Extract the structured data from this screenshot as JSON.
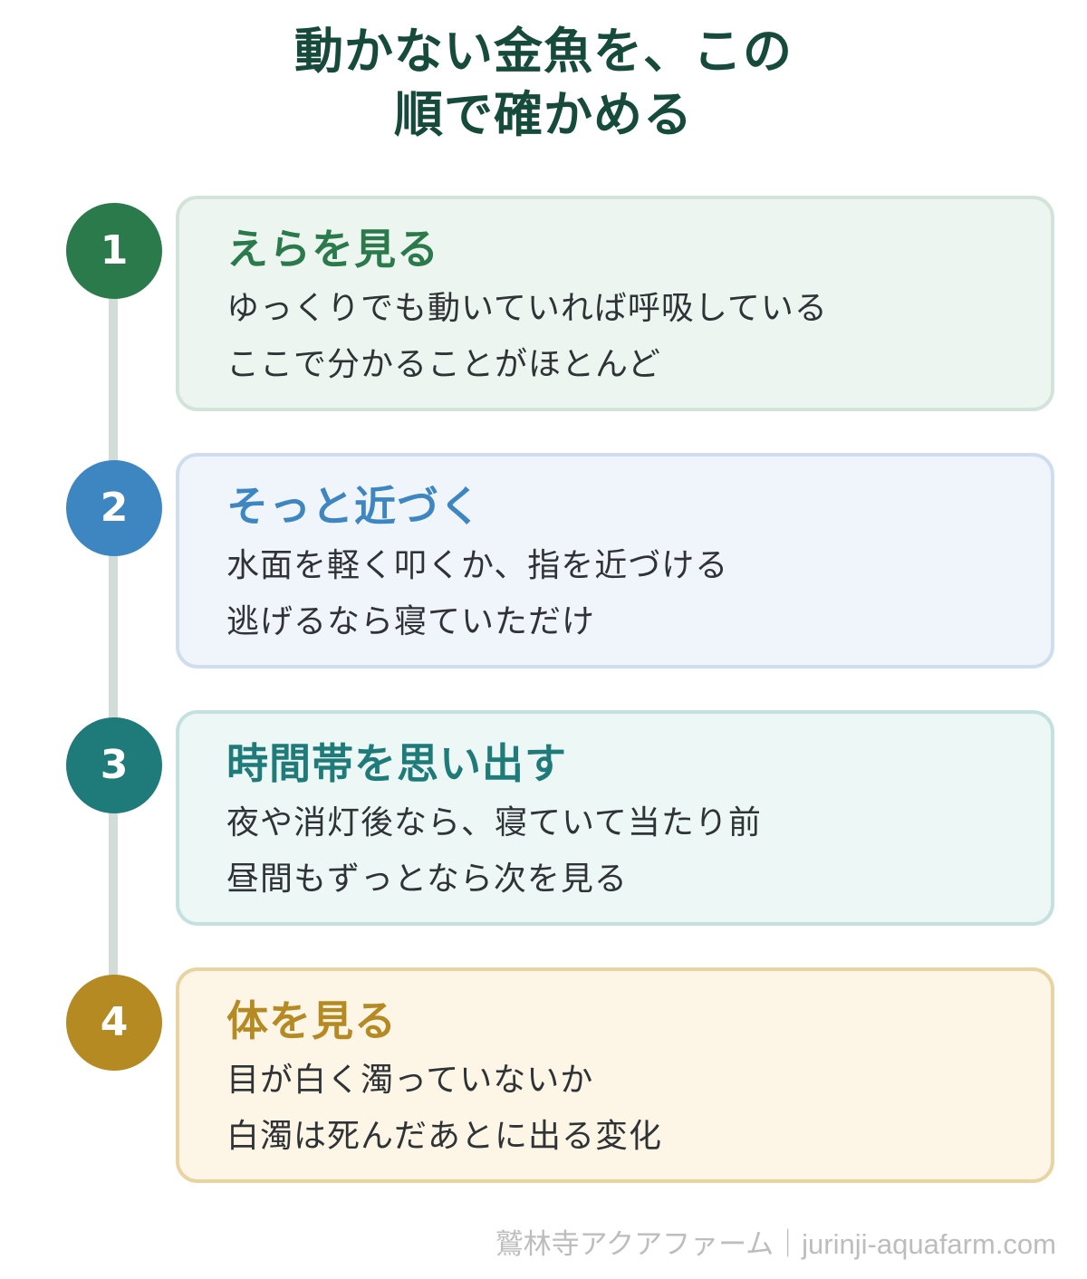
{
  "title": {
    "line1": "動かない金魚を、この",
    "line2": "順で確かめる"
  },
  "steps": [
    {
      "number": "1",
      "heading": "えらを見る",
      "lines": [
        "ゆっくりでも動いていれば呼吸している",
        "ここで分かることがほとんど"
      ],
      "color": "#2b7a4b"
    },
    {
      "number": "2",
      "heading": "そっと近づく",
      "lines": [
        "水面を軽く叩くか、指を近づける",
        "逃げるなら寝ていただけ"
      ],
      "color": "#3e86c2"
    },
    {
      "number": "3",
      "heading": "時間帯を思い出す",
      "lines": [
        "夜や消灯後なら、寝ていて当たり前",
        "昼間もずっとなら次を見る"
      ],
      "color": "#1f7b79"
    },
    {
      "number": "4",
      "heading": "体を見る",
      "lines": [
        "目が白く濁っていないか",
        "白濁は死んだあとに出る変化"
      ],
      "color": "#b58a23"
    }
  ],
  "footer": "鷲林寺アクアファーム｜jurinji-aquafarm.com"
}
